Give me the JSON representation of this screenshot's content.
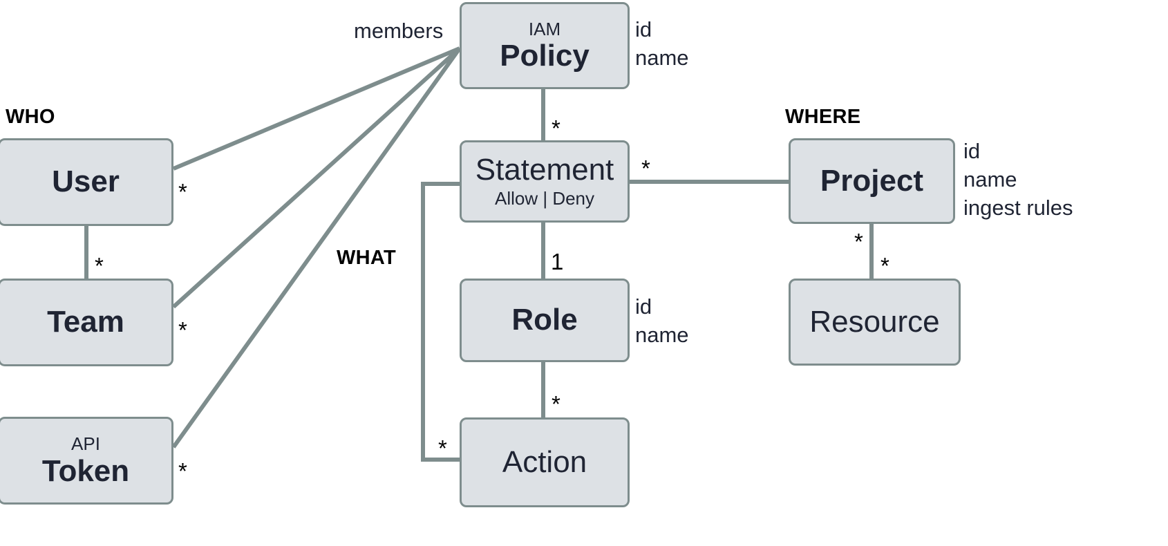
{
  "diagram": {
    "title_groups": [
      {
        "id": "who",
        "label": "WHO"
      },
      {
        "id": "what",
        "label": "WHAT"
      },
      {
        "id": "where",
        "label": "WHERE"
      }
    ],
    "colors": {
      "node_fill": "#dde1e5",
      "node_border": "#7e8d8d",
      "node_text": "#1f2433",
      "wire": "#7e8d8d",
      "group_label": "#000000"
    },
    "nodes": [
      {
        "id": "policy",
        "kicker": "IAM",
        "title": "Policy",
        "subtitle": "",
        "bold": true
      },
      {
        "id": "user",
        "kicker": "",
        "title": "User",
        "subtitle": "",
        "bold": true
      },
      {
        "id": "team",
        "kicker": "",
        "title": "Team",
        "subtitle": "",
        "bold": true
      },
      {
        "id": "token",
        "kicker": "API",
        "title": "Token",
        "subtitle": "",
        "bold": true
      },
      {
        "id": "statement",
        "kicker": "",
        "title": "Statement",
        "subtitle": "Allow | Deny",
        "bold": false
      },
      {
        "id": "role",
        "kicker": "",
        "title": "Role",
        "subtitle": "",
        "bold": true
      },
      {
        "id": "action",
        "kicker": "",
        "title": "Action",
        "subtitle": "",
        "bold": false
      },
      {
        "id": "project",
        "kicker": "",
        "title": "Project",
        "subtitle": "",
        "bold": true
      },
      {
        "id": "resource",
        "kicker": "",
        "title": "Resource",
        "subtitle": "",
        "bold": false
      }
    ],
    "attribute_lists": [
      {
        "id": "policy-attrs",
        "owner": "policy",
        "items": [
          "id",
          "name"
        ]
      },
      {
        "id": "role-attrs",
        "owner": "role",
        "items": [
          "id",
          "name"
        ]
      },
      {
        "id": "project-attrs",
        "owner": "project",
        "items": [
          "id",
          "name",
          "ingest rules"
        ]
      }
    ],
    "edge_labels": [
      {
        "id": "members-label",
        "text": "members"
      }
    ],
    "cardinalities": [
      {
        "id": "card-user-policy",
        "text": "*"
      },
      {
        "id": "card-team-policy",
        "text": "*"
      },
      {
        "id": "card-token-policy",
        "text": "*"
      },
      {
        "id": "card-user-team",
        "text": "*"
      },
      {
        "id": "card-policy-statement",
        "text": "*"
      },
      {
        "id": "card-statement-project",
        "text": "*"
      },
      {
        "id": "card-statement-role",
        "text": "1"
      },
      {
        "id": "card-role-action",
        "text": "*"
      },
      {
        "id": "card-statement-action",
        "text": "*"
      },
      {
        "id": "card-project-resource-top",
        "text": "*"
      },
      {
        "id": "card-project-resource-bottom",
        "text": "*"
      }
    ]
  }
}
